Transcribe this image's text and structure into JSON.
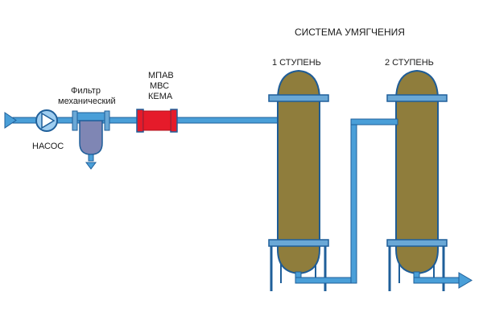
{
  "title": "СИСТЕМА УМЯГЧЕНИЯ",
  "labels": {
    "stage1": "1 СТУПЕНЬ",
    "stage2": "2 СТУПЕНЬ",
    "pump": "НАСОС",
    "filter_line1": "Фильтр",
    "filter_line2": "механический",
    "dosing_line1": "МПАВ",
    "dosing_line2": "МВС",
    "dosing_line3": "КЕМА"
  },
  "colors": {
    "pipe": "#4a9fd8",
    "pipe_outline": "#1f5f9a",
    "tank_fill": "#8f7d3c",
    "tank_outline": "#1e5c96",
    "flange": "#6aa8d6",
    "dosing_unit": "#e51b2a",
    "pump_fill": "#9ecdf0",
    "filter_fill": "#7f86b4",
    "arrow": "#4a9fd8"
  },
  "icons": [
    "inlet-arrow-icon",
    "pump-icon",
    "filter-icon",
    "dosing-unit-icon",
    "tank-icon",
    "outlet-arrow-icon"
  ]
}
